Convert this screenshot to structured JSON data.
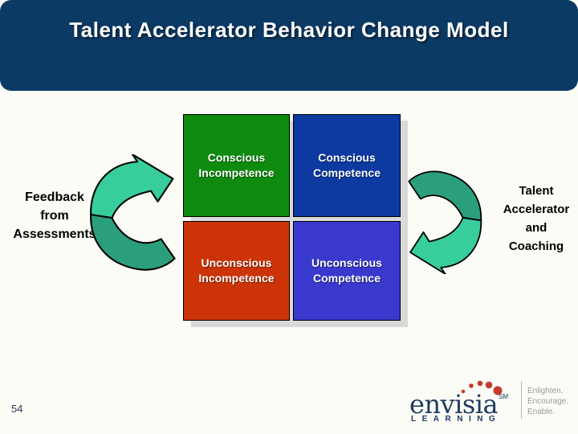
{
  "header": {
    "title": "Talent Accelerator Behavior Change Model",
    "bg": "#0B3A64",
    "text_color": "#FFFFFF"
  },
  "left_label": {
    "lines": [
      "Feedback",
      "from",
      "Assessments"
    ]
  },
  "right_label": {
    "lines": [
      "Talent",
      "Accelerator",
      "and",
      "Coaching"
    ]
  },
  "matrix": {
    "cells": [
      {
        "line1": "Conscious",
        "line2": "Incompetence",
        "bg": "#0E8A0E"
      },
      {
        "line1": "Conscious",
        "line2": "Competence",
        "bg": "#0C3AA0"
      },
      {
        "line1": "Unconscious",
        "line2": "Incompetence",
        "bg": "#CC3306"
      },
      {
        "line1": "Unconscious",
        "line2": "Competence",
        "bg": "#3939CE"
      }
    ],
    "shadow_color": "#D9D9D9"
  },
  "arrows": {
    "light": "#38CD9C",
    "dark": "#2B9E7C"
  },
  "footer": {
    "page_number": "54"
  },
  "logo": {
    "brand": "envisia",
    "trademark": "SM",
    "subbrand": "LEARNING",
    "tagline": [
      "Enlighten.",
      "Encourage.",
      "Enable."
    ],
    "brand_color": "#1F3A60",
    "dot_color": "#C33B2B"
  }
}
